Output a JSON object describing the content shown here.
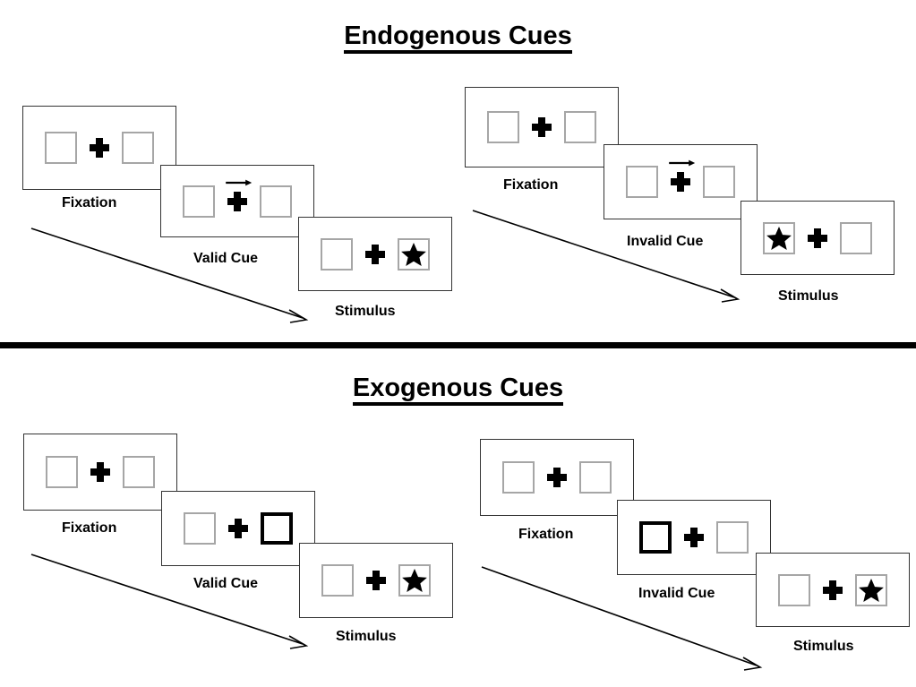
{
  "figure": {
    "title_endogenous": "Endogenous Cues",
    "title_exogenous": "Exogenous Cues",
    "colors": {
      "frame_border": "#333333",
      "box_border": "#a6a6a6",
      "cued_box_border": "#000000",
      "fixation_cross": "#000000",
      "star": "#000000",
      "divider": "#000000",
      "background": "#ffffff"
    }
  },
  "sections": [
    {
      "id": "endogenous",
      "title": "Endogenous Cues",
      "cue_type": "central arrow cue",
      "sequences": [
        {
          "id": "endogenous-valid",
          "validity": "valid",
          "frames": [
            {
              "caption": "Fixation",
              "left_box": "empty",
              "right_box": "empty",
              "center": "fixation-cross",
              "cue": "none"
            },
            {
              "caption": "Valid Cue",
              "left_box": "empty",
              "right_box": "empty",
              "center": "fixation-cross",
              "cue": "arrow-right"
            },
            {
              "caption": "Stimulus",
              "left_box": "empty",
              "right_box": "star",
              "center": "fixation-cross",
              "cue": "none"
            }
          ]
        },
        {
          "id": "endogenous-invalid",
          "validity": "invalid",
          "frames": [
            {
              "caption": "Fixation",
              "left_box": "empty",
              "right_box": "empty",
              "center": "fixation-cross",
              "cue": "none"
            },
            {
              "caption": "Invalid Cue",
              "left_box": "empty",
              "right_box": "empty",
              "center": "fixation-cross",
              "cue": "arrow-right"
            },
            {
              "caption": "Stimulus",
              "left_box": "star",
              "right_box": "empty",
              "center": "fixation-cross",
              "cue": "none"
            }
          ]
        }
      ]
    },
    {
      "id": "exogenous",
      "title": "Exogenous Cues",
      "cue_type": "peripheral box flash",
      "sequences": [
        {
          "id": "exogenous-valid",
          "validity": "valid",
          "frames": [
            {
              "caption": "Fixation",
              "left_box": "empty",
              "right_box": "empty",
              "center": "fixation-cross",
              "cue": "none"
            },
            {
              "caption": "Valid Cue",
              "left_box": "empty",
              "right_box": "highlighted",
              "center": "fixation-cross",
              "cue": "box-flash-right"
            },
            {
              "caption": "Stimulus",
              "left_box": "empty",
              "right_box": "star",
              "center": "fixation-cross",
              "cue": "none"
            }
          ]
        },
        {
          "id": "exogenous-invalid",
          "validity": "invalid",
          "frames": [
            {
              "caption": "Fixation",
              "left_box": "empty",
              "right_box": "empty",
              "center": "fixation-cross",
              "cue": "none"
            },
            {
              "caption": "Invalid Cue",
              "left_box": "highlighted",
              "right_box": "empty",
              "center": "fixation-cross",
              "cue": "box-flash-left"
            },
            {
              "caption": "Stimulus",
              "left_box": "empty",
              "right_box": "star",
              "center": "fixation-cross",
              "cue": "none"
            }
          ]
        }
      ]
    }
  ]
}
